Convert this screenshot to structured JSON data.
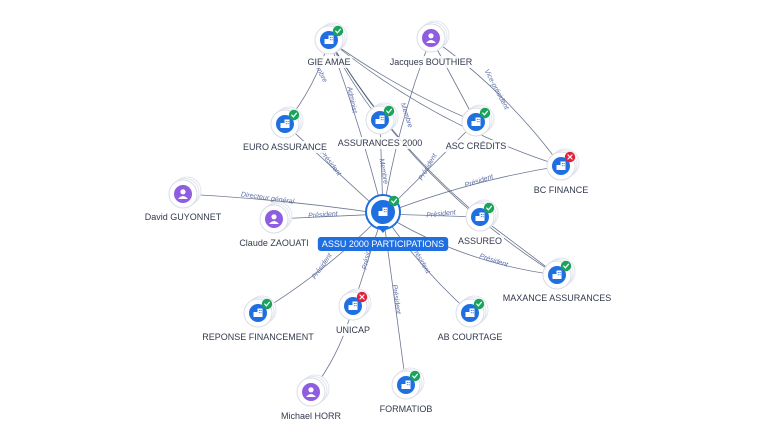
{
  "graph": {
    "colors": {
      "company": "#1f6fe0",
      "person": "#8e5de0",
      "badge_ok": "#1aa35a",
      "badge_ko": "#e0233b",
      "edge": "#3b4a6b",
      "edge_label": "#5b6ea8"
    },
    "center": {
      "id": "assu2000",
      "label": "ASSU 2000 PARTICIPATIONS",
      "icon": "building-icon",
      "status": "ok"
    },
    "nodes": [
      {
        "id": "gie_amae",
        "label": "GIE AMAE",
        "type": "company",
        "status": "ok",
        "icon": "building-icon"
      },
      {
        "id": "bouthier",
        "label": "Jacques BOUTHIER",
        "type": "person",
        "status": "none",
        "icon": "person-icon"
      },
      {
        "id": "euro_assurance",
        "label": "EURO ASSURANCE",
        "type": "company",
        "status": "ok",
        "icon": "building-icon"
      },
      {
        "id": "assurances2000",
        "label": "ASSURANCES 2000",
        "type": "company",
        "status": "ok",
        "icon": "building-icon"
      },
      {
        "id": "asc_credits",
        "label": "ASC CRÉDITS",
        "type": "company",
        "status": "ok",
        "icon": "building-icon"
      },
      {
        "id": "bc_finance",
        "label": "BC FINANCE",
        "type": "company",
        "status": "ko",
        "icon": "building-icon"
      },
      {
        "id": "guyonnet",
        "label": "David GUYONNET",
        "type": "person",
        "status": "none",
        "icon": "person-icon"
      },
      {
        "id": "zaouati",
        "label": "Claude ZAOUATI",
        "type": "person",
        "status": "none",
        "icon": "person-icon"
      },
      {
        "id": "assureo",
        "label": "ASSUREO",
        "type": "company",
        "status": "ok",
        "icon": "building-icon"
      },
      {
        "id": "maxance",
        "label": "MAXANCE ASSURANCES",
        "type": "company",
        "status": "ok",
        "icon": "building-icon"
      },
      {
        "id": "reponse_fin",
        "label": "REPONSE FINANCEMENT",
        "type": "company",
        "status": "ok",
        "icon": "building-icon"
      },
      {
        "id": "unicap",
        "label": "UNICAP",
        "type": "company",
        "status": "ko",
        "icon": "building-icon"
      },
      {
        "id": "ab_courtage",
        "label": "AB COURTAGE",
        "type": "company",
        "status": "ok",
        "icon": "building-icon"
      },
      {
        "id": "horr",
        "label": "Michael HORR",
        "type": "person",
        "status": "none",
        "icon": "person-icon"
      },
      {
        "id": "formatiob",
        "label": "FORMATIOB",
        "type": "company",
        "status": "ok",
        "icon": "building-icon"
      }
    ],
    "edge_labels": [
      "Membre",
      "Administ",
      "Membre",
      "Président",
      "Vice-président",
      "Président",
      "Président",
      "Directeur général",
      "Président",
      "Président",
      "Président",
      "Président",
      "Président",
      "Membre",
      "Président",
      "Président",
      "Président",
      "Président"
    ]
  }
}
